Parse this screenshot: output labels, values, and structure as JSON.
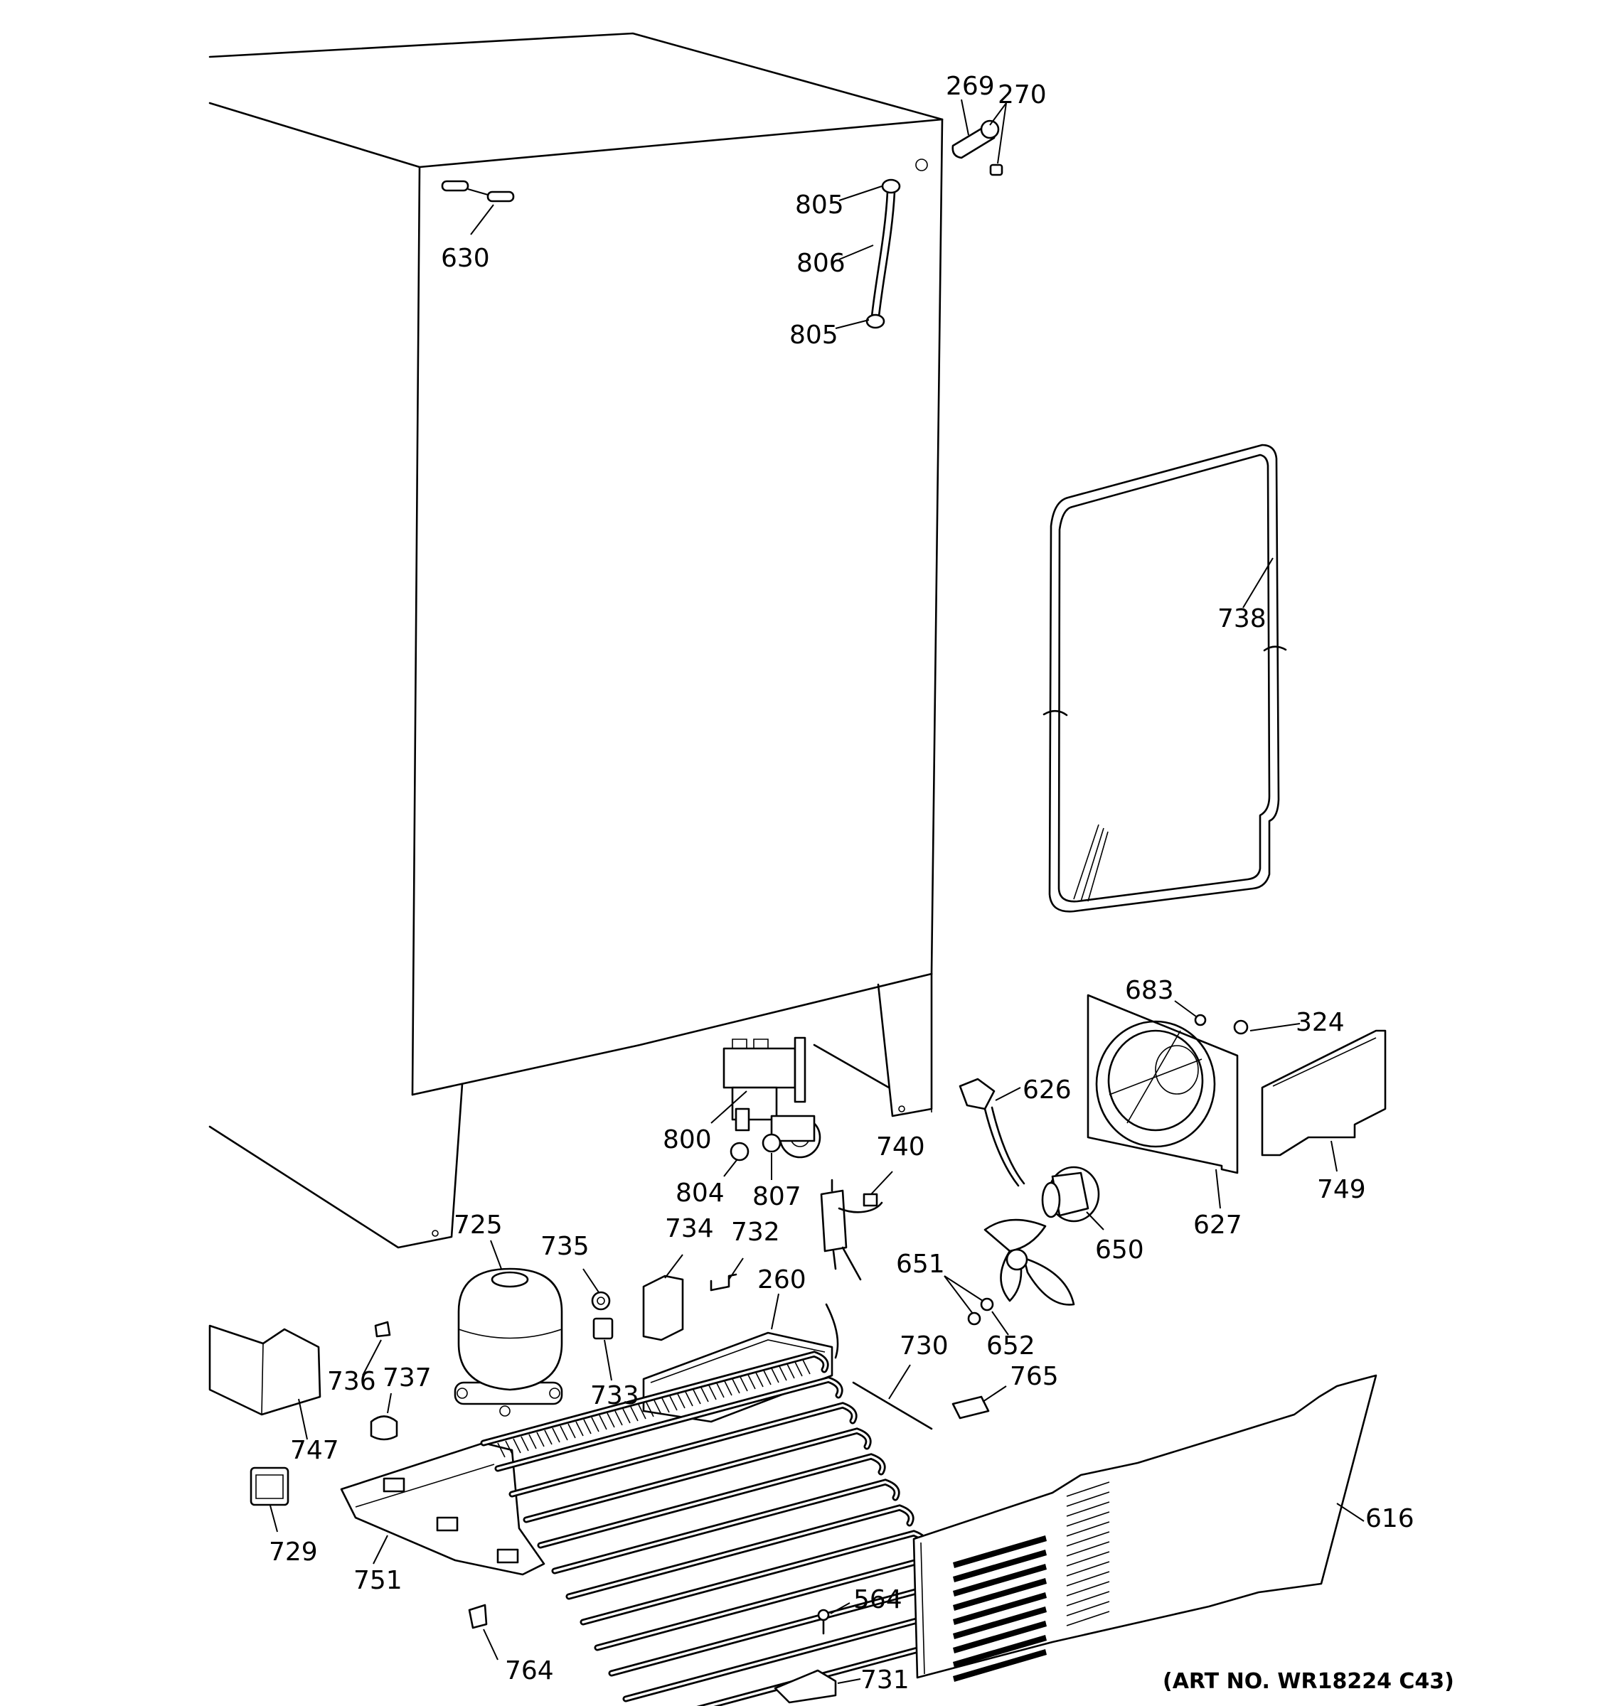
{
  "diagram": {
    "art_number": "(ART NO. WR18224 C43)",
    "callouts": [
      {
        "id": "269"
      },
      {
        "id": "270"
      },
      {
        "id": "630"
      },
      {
        "id": "805a",
        "text": "805"
      },
      {
        "id": "806"
      },
      {
        "id": "805b",
        "text": "805"
      },
      {
        "id": "738"
      },
      {
        "id": "683"
      },
      {
        "id": "324"
      },
      {
        "id": "626"
      },
      {
        "id": "800"
      },
      {
        "id": "804"
      },
      {
        "id": "807"
      },
      {
        "id": "740"
      },
      {
        "id": "627"
      },
      {
        "id": "749"
      },
      {
        "id": "650"
      },
      {
        "id": "651"
      },
      {
        "id": "652"
      },
      {
        "id": "725"
      },
      {
        "id": "735"
      },
      {
        "id": "734"
      },
      {
        "id": "732"
      },
      {
        "id": "260"
      },
      {
        "id": "730"
      },
      {
        "id": "765"
      },
      {
        "id": "736"
      },
      {
        "id": "737"
      },
      {
        "id": "733"
      },
      {
        "id": "747"
      },
      {
        "id": "729"
      },
      {
        "id": "751"
      },
      {
        "id": "616"
      },
      {
        "id": "564"
      },
      {
        "id": "764"
      },
      {
        "id": "731"
      }
    ]
  }
}
